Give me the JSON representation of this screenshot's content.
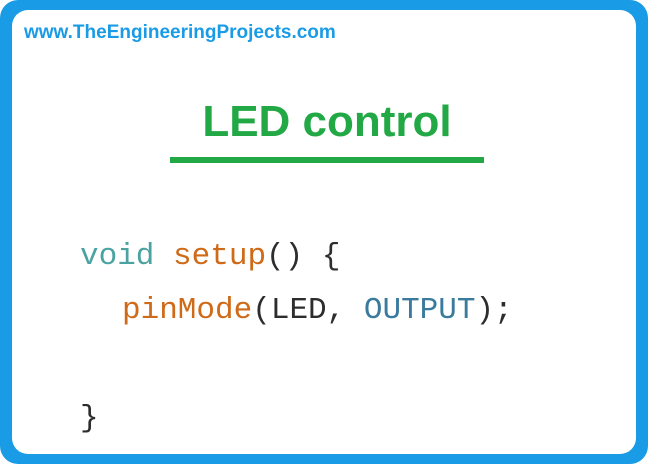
{
  "header": {
    "site_url": "www.TheEngineeringProjects.com"
  },
  "title": {
    "text": "LED control"
  },
  "code": {
    "line1": {
      "keyword": "void",
      "function": "setup",
      "parens": "()",
      "brace": "{"
    },
    "line2": {
      "function": "pinMode",
      "open_paren": "(",
      "arg1": "LED",
      "comma": ",",
      "arg2": "OUTPUT",
      "close": ");"
    },
    "line4": {
      "brace": "}"
    }
  },
  "colors": {
    "frame_border": "#1a9be6",
    "site_url": "#1a9be6",
    "title": "#22a845",
    "title_rule": "#22a845",
    "code_keyword_teal": "#4aa3a0",
    "code_function_orange": "#cf6a18",
    "code_default_dark": "#2d2d2d",
    "code_constant_blue": "#3a7a9c"
  }
}
